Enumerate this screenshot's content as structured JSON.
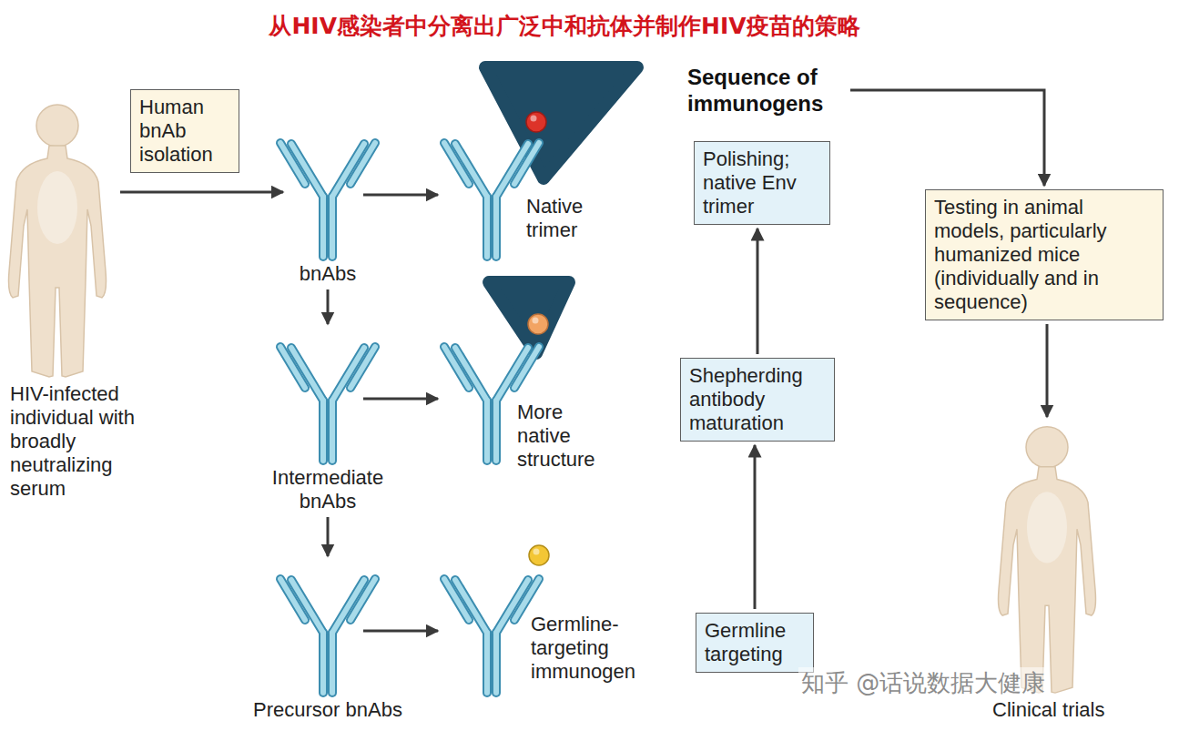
{
  "diagram": {
    "title": "从HIV感染者中分离出广泛中和抗体并制作HIV疫苗的策略",
    "nodes": [
      {
        "text": [
          "HIV-infected individual with broadly neutralizing serum"
        ]
      },
      {
        "text": [
          "Human bnAb isolation"
        ]
      },
      {
        "text": [
          "bnAbs"
        ]
      },
      {
        "text": [
          "Native trimer"
        ]
      },
      {
        "text": [
          "Intermediate bnAbs"
        ]
      },
      {
        "text": [
          "More native structure"
        ]
      },
      {
        "text": [
          "Precursor bnAbs"
        ]
      },
      {
        "text": [
          "Germline-targeting immunogen"
        ]
      },
      {
        "text": [
          "Sequence of immunogens"
        ]
      },
      {
        "text": [
          "Polishing; native Env trimer"
        ]
      },
      {
        "text": [
          "Shepherding antibody maturation"
        ]
      },
      {
        "text": [
          "Germline targeting"
        ]
      },
      {
        "text": [
          "Testing in animal models, particularly humanized mice (individually and in sequence)"
        ]
      },
      {
        "text": [
          "Clinical trials"
        ]
      }
    ],
    "edges": [
      {
        "from": 0,
        "to": 2,
        "arrow": "to"
      },
      {
        "from": 2,
        "to": 3,
        "arrow": "to"
      },
      {
        "from": 2,
        "to": 4,
        "arrow": "to"
      },
      {
        "from": 4,
        "to": 5,
        "arrow": "to"
      },
      {
        "from": 4,
        "to": 6,
        "arrow": "to"
      },
      {
        "from": 6,
        "to": 7,
        "arrow": "to"
      },
      {
        "from": 11,
        "to": 10,
        "arrow": "to"
      },
      {
        "from": 10,
        "to": 9,
        "arrow": "to"
      },
      {
        "from": 8,
        "to": 12,
        "arrow": "to"
      },
      {
        "from": 12,
        "to": 13,
        "arrow": "to"
      }
    ],
    "labels": [
      "知乎 @话说数据大健康"
    ]
  }
}
